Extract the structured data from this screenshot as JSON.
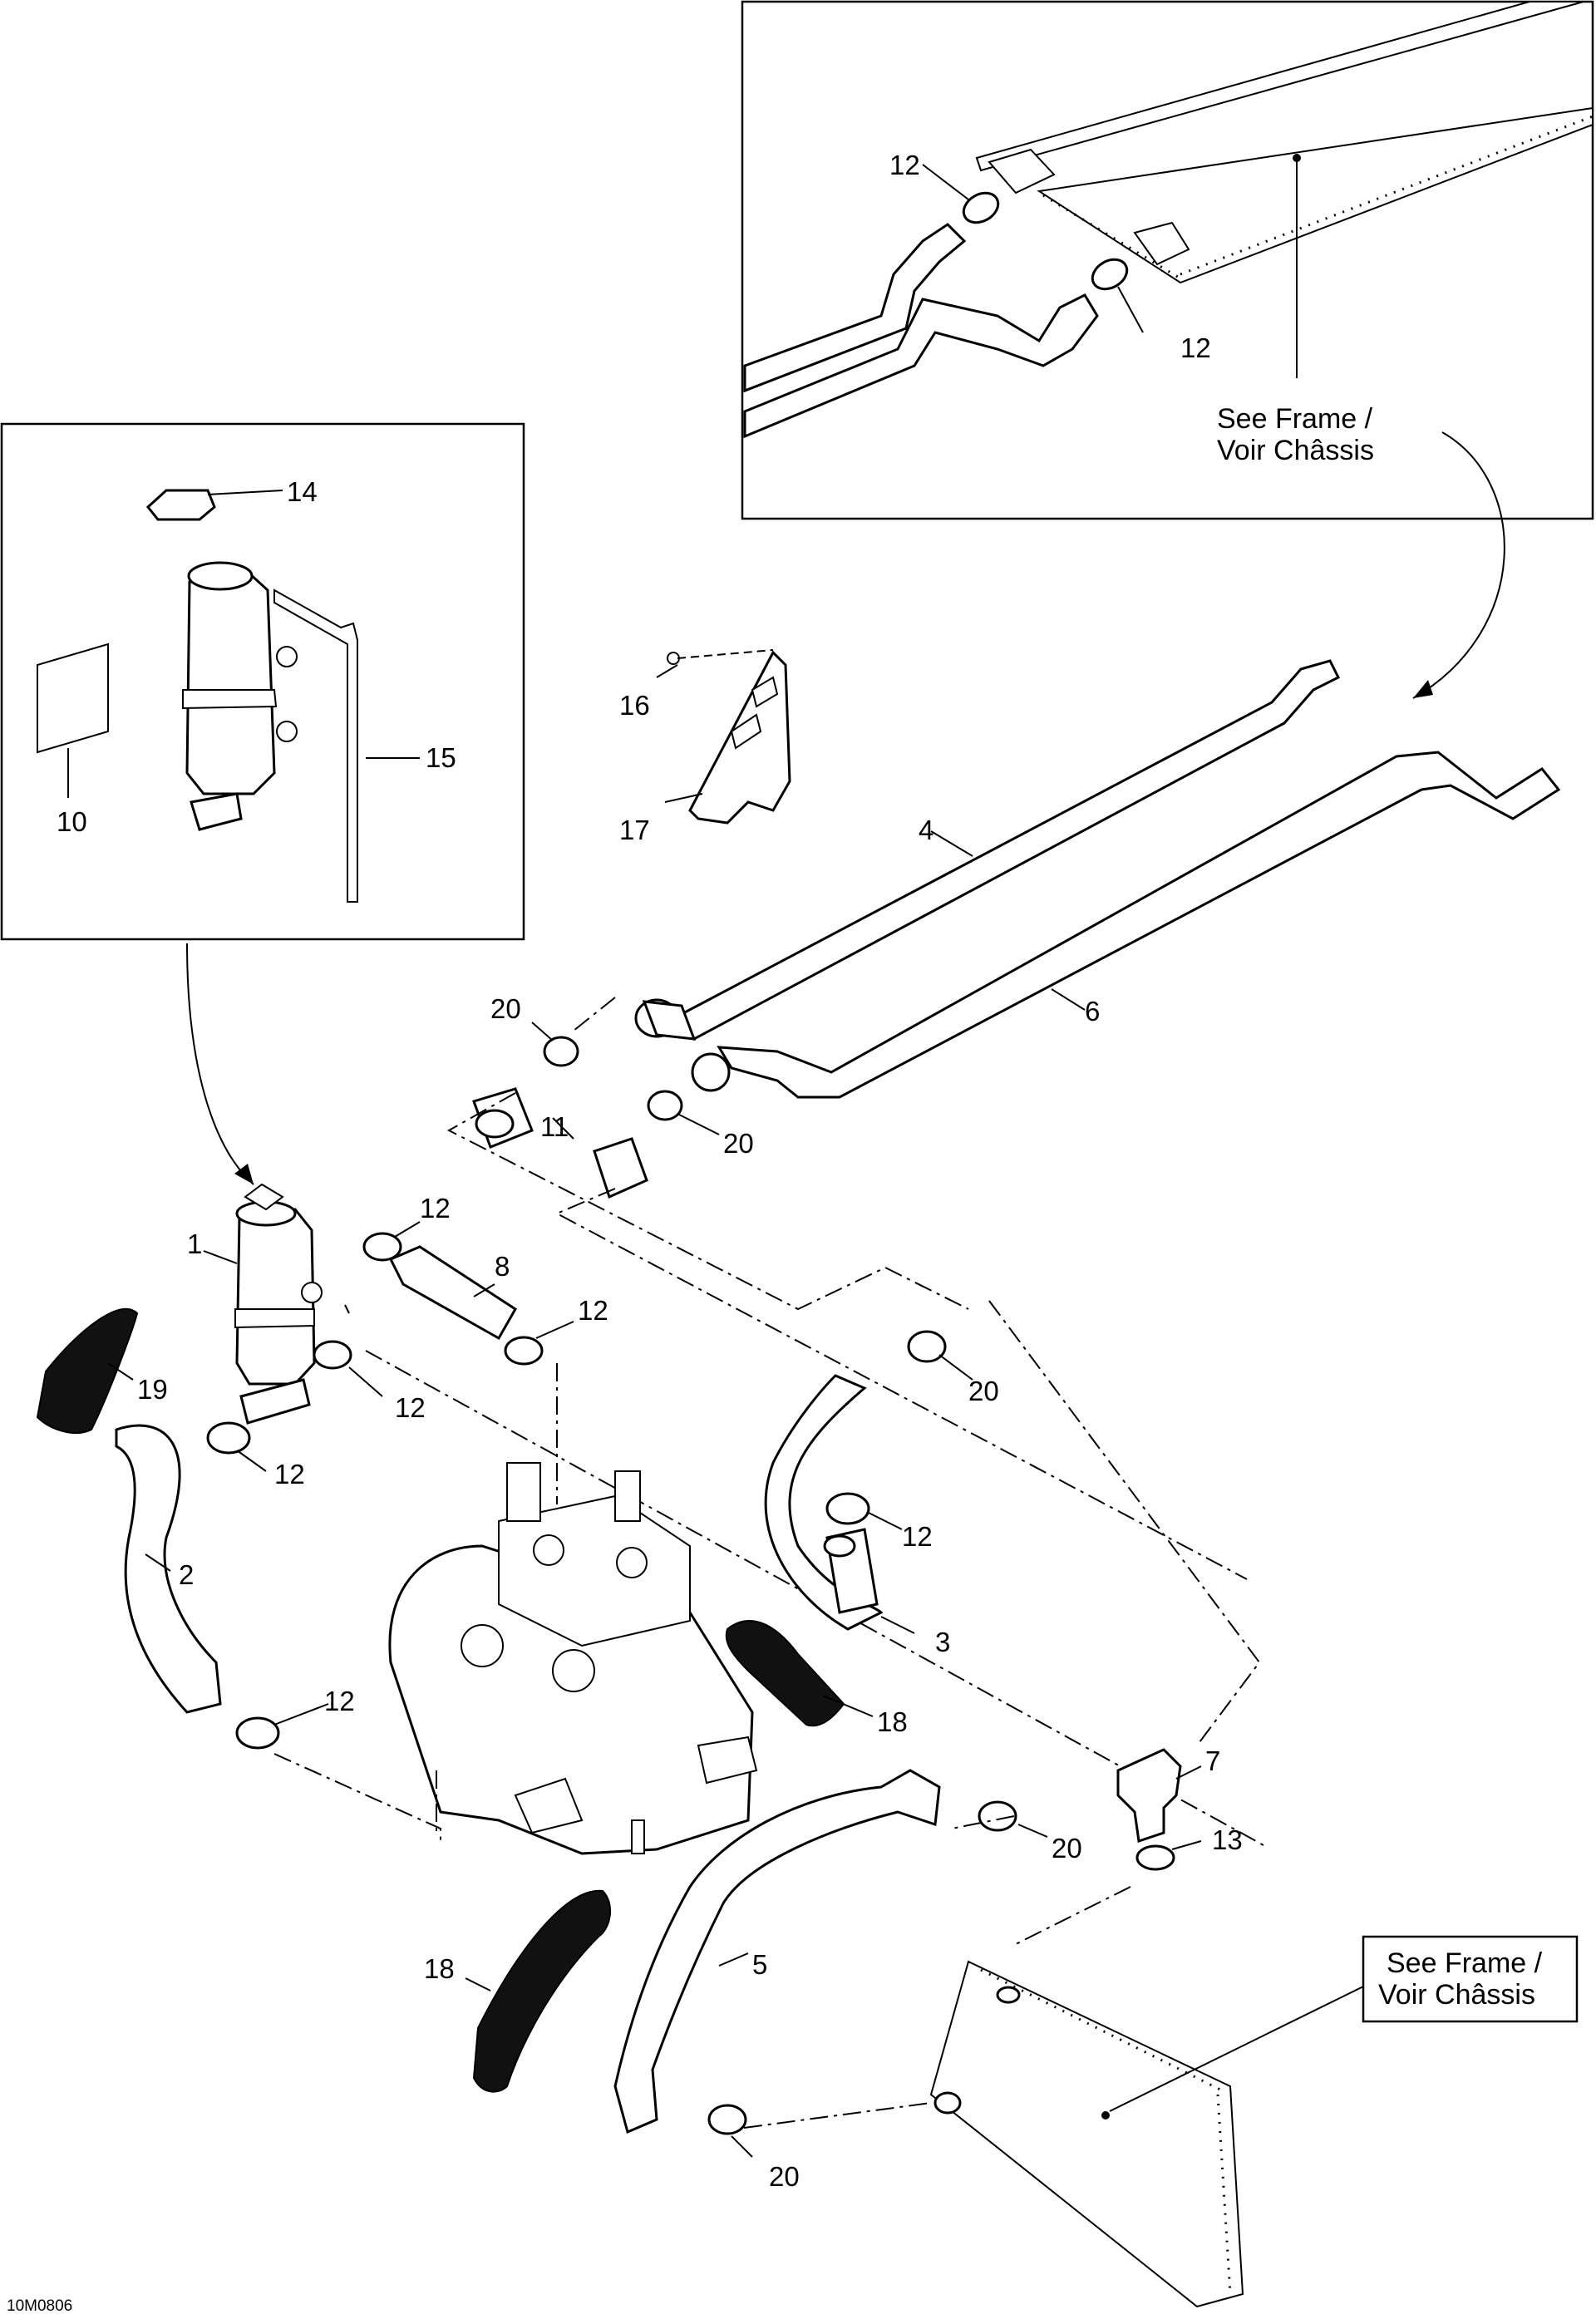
{
  "diagram": {
    "code": "10M0806",
    "see_frame_label_line1": "See Frame /",
    "see_frame_label_line2": "Voir Châssis",
    "callouts": [
      {
        "id": "c12a",
        "text": "12"
      },
      {
        "id": "c12b",
        "text": "12"
      },
      {
        "id": "c14",
        "text": "14"
      },
      {
        "id": "c15",
        "text": "15"
      },
      {
        "id": "c10",
        "text": "10"
      },
      {
        "id": "c16",
        "text": "16"
      },
      {
        "id": "c17",
        "text": "17"
      },
      {
        "id": "c4",
        "text": "4"
      },
      {
        "id": "c6",
        "text": "6"
      },
      {
        "id": "c20a",
        "text": "20"
      },
      {
        "id": "c11",
        "text": "11"
      },
      {
        "id": "c20b",
        "text": "20"
      },
      {
        "id": "c1",
        "text": "1"
      },
      {
        "id": "c12c",
        "text": "12"
      },
      {
        "id": "c8",
        "text": "8"
      },
      {
        "id": "c12d",
        "text": "12"
      },
      {
        "id": "c19",
        "text": "19"
      },
      {
        "id": "c12e",
        "text": "12"
      },
      {
        "id": "c12f",
        "text": "12"
      },
      {
        "id": "c20c",
        "text": "20"
      },
      {
        "id": "c2",
        "text": "2"
      },
      {
        "id": "c12g",
        "text": "12"
      },
      {
        "id": "c3",
        "text": "3"
      },
      {
        "id": "c18a",
        "text": "18"
      },
      {
        "id": "c12h",
        "text": "12"
      },
      {
        "id": "c7",
        "text": "7"
      },
      {
        "id": "c13",
        "text": "13"
      },
      {
        "id": "c20d",
        "text": "20"
      },
      {
        "id": "c18b",
        "text": "18"
      },
      {
        "id": "c5",
        "text": "5"
      },
      {
        "id": "c20e",
        "text": "20"
      }
    ]
  }
}
